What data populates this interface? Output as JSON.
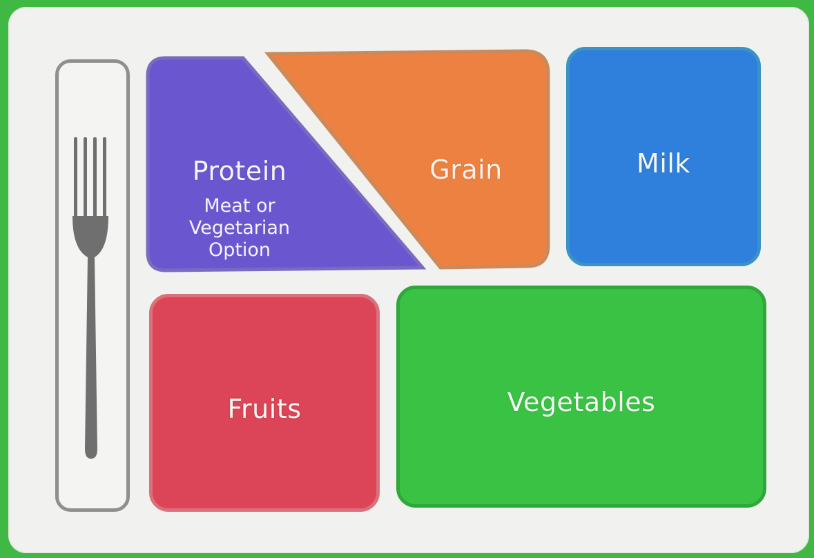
{
  "colors": {
    "background": "#3fb943",
    "tray": "#f1f1ef",
    "protein": "#6a56cf",
    "grain": "#ec8142",
    "milk": "#2f7fdc",
    "fruits": "#dc4457",
    "vegetables": "#3ac245"
  },
  "fork": {
    "icon": "fork-icon"
  },
  "protein": {
    "title": "Protein",
    "subtitle": [
      "Meat or",
      "Vegetarian",
      "Option"
    ]
  },
  "grain": {
    "title": "Grain"
  },
  "milk": {
    "title": "Milk"
  },
  "fruits": {
    "title": "Fruits"
  },
  "vegetables": {
    "title": "Vegetables"
  }
}
